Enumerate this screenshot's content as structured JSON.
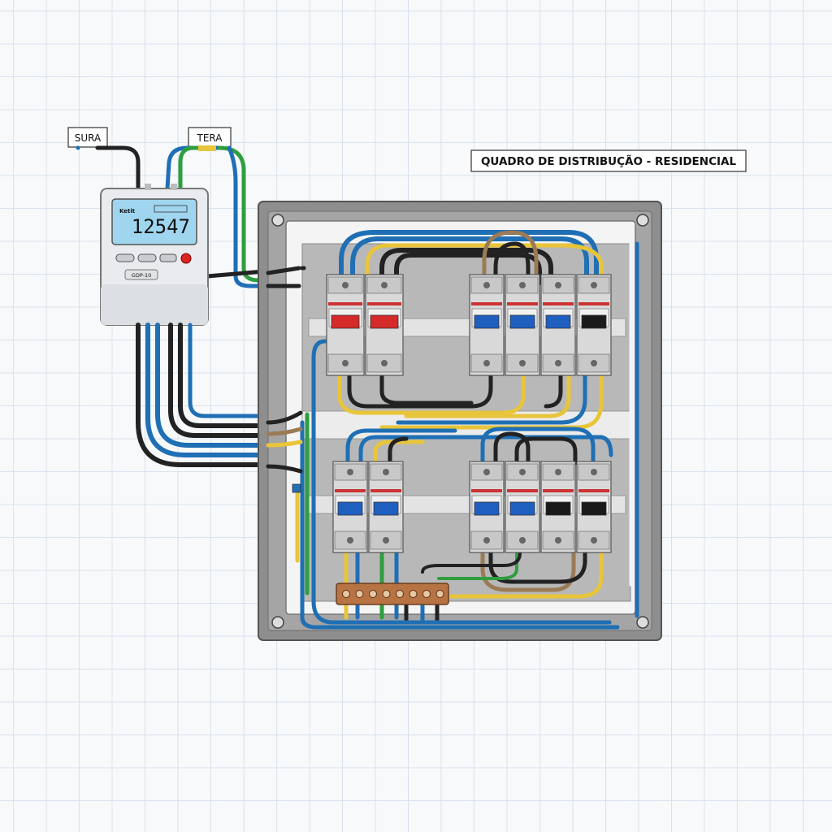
{
  "labels": {
    "supply_tag": "SURA",
    "earth_tag": "TERA",
    "panel_title": "QUADRO DE DISTRIBUÇÃO - RESIDENCIAL"
  },
  "meter": {
    "brand": "Ketit",
    "reading": "12547",
    "model": "GDP-10"
  },
  "breaker_rows": [
    {
      "left_group": [
        "red",
        "red"
      ],
      "right_group": [
        "blue",
        "blue",
        "blue",
        "black"
      ]
    },
    {
      "left_group": [
        "blue",
        "blue"
      ],
      "right_group": [
        "blue",
        "blue",
        "black",
        "black"
      ]
    }
  ],
  "colors": {
    "enclosure": "#8e8e8e",
    "backplate": "#b8b8b8",
    "wire_blue": "#1f6fb5",
    "wire_black": "#222222",
    "wire_green": "#2f9e3f",
    "wire_yellow": "#e8c53a",
    "wire_brown": "#9a7b56",
    "busbar": "#b87345"
  }
}
